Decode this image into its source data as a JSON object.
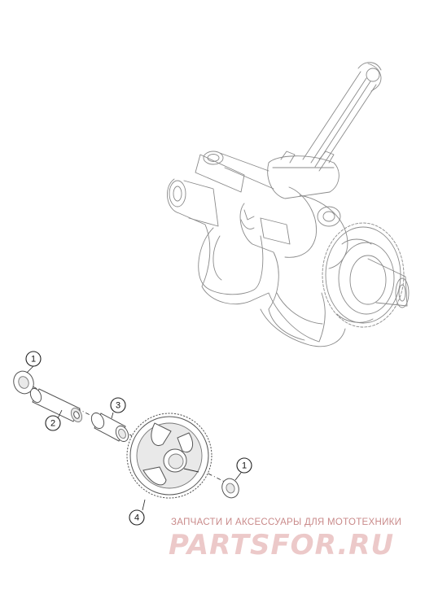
{
  "callouts": {
    "c1_left": "1",
    "c2": "2",
    "c3": "3",
    "c1_right": "1",
    "c4": "4"
  },
  "watermark": {
    "tagline": "ЗАПЧАСТИ И АКСЕССУАРЫ ДЛЯ МОТОТЕХНИКИ",
    "logo": "PARTSFOR.RU"
  },
  "colors": {
    "line": "#8a8a8a",
    "watermark": "#e3b4b4"
  }
}
